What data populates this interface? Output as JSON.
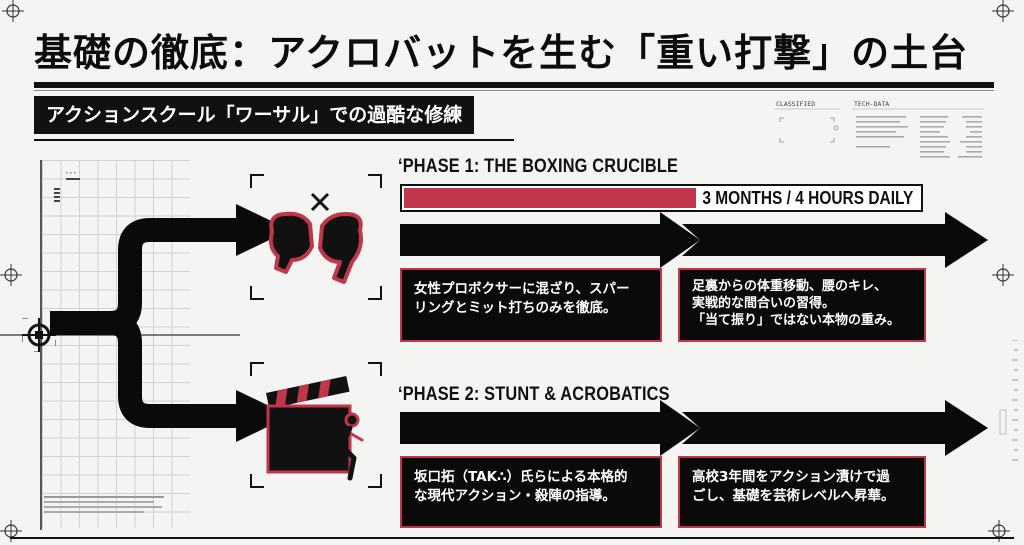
{
  "title": "基礎の徹底：アクロバットを生む「重い打撃」の土台",
  "subtitle": "アクションスクール「ワーサル」での過酷な修練",
  "tech_panel": {
    "left_label": "CLASSIFIED",
    "right_label": "TECH-DATA"
  },
  "phase1": {
    "title": "‘PHASE 1: THE BOXING CRUCIBLE",
    "bar_label": "3 MONTHS / 4 HOURS DAILY",
    "bar_fraction": 0.57,
    "desc1": [
      "女性プロボクサーに混ざり、スパー",
      "リングとミット打ちのみを徹底。"
    ],
    "desc2": [
      "足裏からの体重移動、腰のキレ、",
      "実戦的な間合いの習得。",
      "「当て振り」ではない本物の重み。"
    ],
    "icon": "boxing-gloves-icon"
  },
  "phase2": {
    "title": "‘PHASE 2: STUNT & ACROBATICS",
    "desc1": [
      "坂口拓（TAK∴）氏らによる本格的",
      "な現代アクション・殺陣の指導。"
    ],
    "desc2": [
      "高校3年間をアクション漬けで過",
      "ごし、基礎を芸術レベルへ昇華。"
    ],
    "icon": "clapperboard-kick-icon"
  },
  "colors": {
    "accent": "#c0364a",
    "ink": "#0a0a0a",
    "paper": "#f4f4f2"
  }
}
